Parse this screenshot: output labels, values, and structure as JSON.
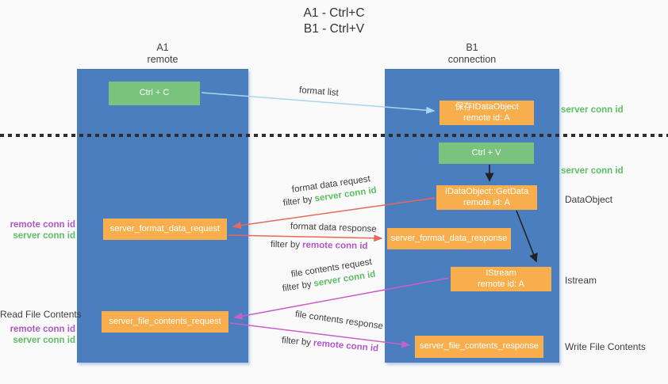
{
  "title": {
    "line1": "A1 - Ctrl+C",
    "line2": "B1 - Ctrl+V"
  },
  "columns": {
    "left": {
      "name": "A1",
      "subtitle": "remote"
    },
    "right": {
      "name": "B1",
      "subtitle": "connection"
    }
  },
  "boxes": {
    "ctrl_c": {
      "label": "Ctrl + C"
    },
    "save_dataobject": {
      "line1": "保存IDataObject",
      "line2": "remote id: A"
    },
    "ctrl_v": {
      "label": "Ctrl + V"
    },
    "getdata": {
      "line1": "IDataObject::GetData",
      "line2": "remote id: A"
    },
    "format_request": {
      "label": "server_format_data_request"
    },
    "format_response": {
      "label": "server_format_data_response"
    },
    "istream": {
      "line1": "IStream",
      "line2": "remote id: A"
    },
    "file_request": {
      "label": "server_file_contents_request"
    },
    "file_response": {
      "label": "server_file_contents_response"
    }
  },
  "arrow_labels": {
    "format_list": "format list",
    "format_data_request": "format data request",
    "format_data_response": "format data response",
    "file_contents_request": "file contents request",
    "file_contents_response": "file contents response",
    "filter_by": "filter by",
    "server_conn_id": "server conn id",
    "remote_conn_id": "remote conn id"
  },
  "side_labels": {
    "server_conn_id": "server conn id",
    "remote_conn_id": "remote conn id",
    "dataobject": "DataObject",
    "istream": "Istream",
    "read_file_contents": "Read File Contents",
    "write_file_contents": "Write File Contents"
  },
  "colors": {
    "column_blue": "#4a7ebf",
    "box_orange": "#f9ae4d",
    "box_green": "#79c37d",
    "green_text": "#5ebe63",
    "purple_text": "#b057c8",
    "red_arrow": "#e8685c",
    "magenta_arrow": "#cb5fc9",
    "lightblue_arrow": "#a9d6f0",
    "black_arrow": "#222222",
    "background": "#fafafa"
  }
}
